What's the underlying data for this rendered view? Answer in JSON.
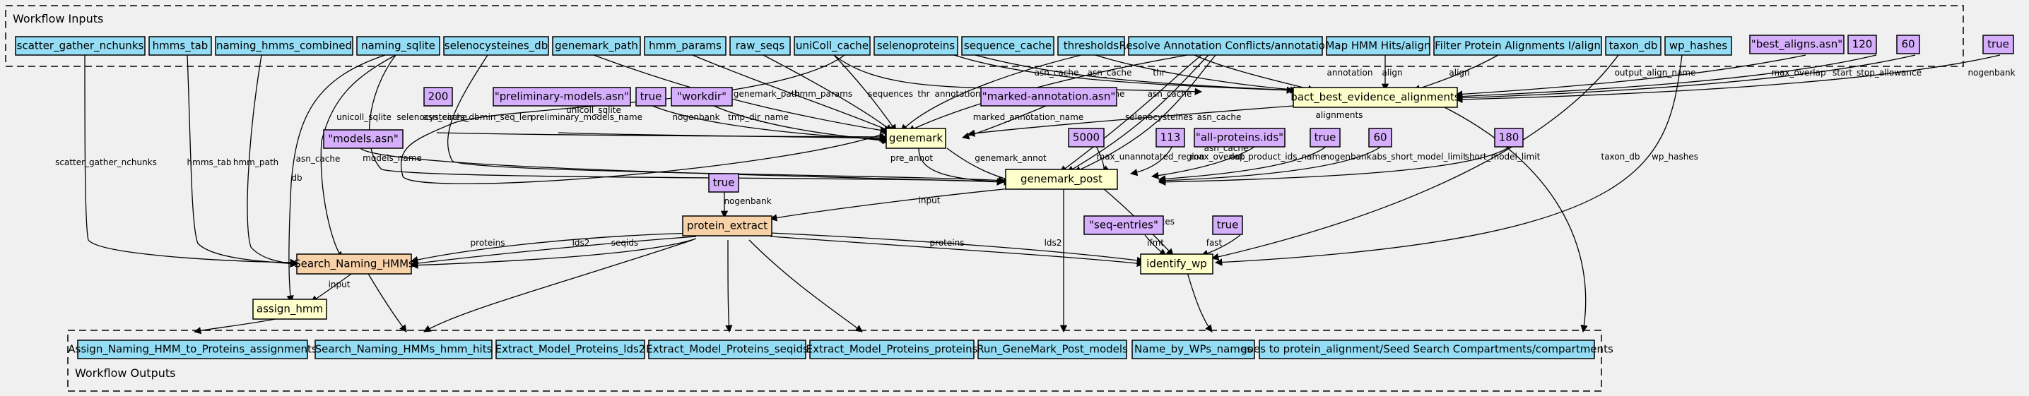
{
  "clusters": {
    "inputs_title": "Workflow Inputs",
    "outputs_title": "Workflow Outputs"
  },
  "nodes": {
    "in_scatter": "scatter_gather_nchunks",
    "in_hmms_tab": "hmms_tab",
    "in_naming_hmms_combined": "naming_hmms_combined",
    "in_naming_sqlite": "naming_sqlite",
    "in_selenocysteines_db": "selenocysteines_db",
    "in_genemark_path": "genemark_path",
    "in_hmm_params": "hmm_params",
    "in_raw_seqs": "raw_seqs",
    "in_unicoll_cache": "uniColl_cache",
    "in_selenoproteins": "selenoproteins",
    "in_sequence_cache": "sequence_cache",
    "in_thresholds": "thresholds",
    "in_resolve": "Resolve Annotation Conflicts/annotation",
    "in_map_hmm": "Map HMM Hits/align",
    "in_filter_protein": "Filter Protein Alignments I/align",
    "in_taxon_db": "taxon_db",
    "in_wp_hashes": "wp_hashes",
    "def_best_aligns": "\"best_aligns.asn\"",
    "def_120": "120",
    "def_60a": "60",
    "def_true_a": "true",
    "step_bact": "bact_best_evidence_alignments",
    "def_200": "200",
    "def_prelim": "\"preliminary-models.asn\"",
    "def_true_b": "true",
    "def_workdir": "\"workdir\"",
    "def_marked": "\"marked-annotation.asn\"",
    "def_models": "\"models.asn\"",
    "step_genemark": "genemark",
    "def_5000": "5000",
    "def_113": "113",
    "def_allprot": "\"all-proteins.ids\"",
    "def_true_c": "true",
    "def_60b": "60",
    "def_180": "180",
    "step_genemark_post": "genemark_post",
    "def_true_d": "true",
    "sub_protein_extract": "protein_extract",
    "def_seq_entries": "\"seq-entries\"",
    "def_true_e": "true",
    "sub_search_naming": "Search_Naming_HMMs",
    "step_identify_wp": "identify_wp",
    "step_assign_hmm": "assign_hmm",
    "out_assign_naming": "Assign_Naming_HMM_to_Proteins_assignments",
    "out_search_hits": "Search_Naming_HMMs_hmm_hits",
    "out_lds2": "Extract_Model_Proteins_lds2",
    "out_seqids": "Extract_Model_Proteins_seqids",
    "out_proteins": "Extract_Model_Proteins_proteins",
    "out_run_genemark": "Run_GeneMark_Post_models",
    "out_name_by_wp": "Name_by_WPs_names",
    "out_goes_to": "goes to protein_alignment/Seed Search Compartments/compartments"
  },
  "edge_labels": {
    "scatter_gather_nchunks": "scatter_gather_nchunks",
    "hmms_tab": "hmms_tab",
    "hmm_path": "hmm_path",
    "db": "db",
    "unicoll_sqlite_top": "unicoll_sqlite",
    "unicoll_sqlite": "unicoll_sqlite",
    "selenocysteines_db": "selenocysteines_db",
    "genemark_path": "genemark_path",
    "hmm_params": "hmm_params",
    "sequences_a": "sequences",
    "thr_a": "thr",
    "annotation_a": "annotation",
    "asn_cache_a": "asn_cache",
    "asn_cache_b": "asn_cache",
    "asn_cache_c": "asn_cache",
    "asn_cache_d": "asn_cache",
    "asn_cache_e": "asn_cache",
    "asn_cache_f": "asn_cache",
    "asn_cache_g": "asn_cache",
    "asn_cache_h": "asn_cache",
    "thr_b": "thr",
    "annotation_b": "annotation",
    "align_a": "align",
    "align_b": "align",
    "output_align_name": "output_align_name",
    "max_overlap_a": "max_overlap",
    "start_stop_allowance": "start_stop_allowance",
    "nogenbank_a": "nogenbank",
    "alignments": "alignments",
    "min_seq_len": "min_seq_len",
    "preliminary_models_name": "preliminary_models_name",
    "nogenbank_b": "nogenbank",
    "tmp_dir_name": "tmp_dir_name",
    "marked_annotation_name": "marked_annotation_name",
    "selenocysteines": "selenocysteines",
    "models_name": "models_name",
    "pre_annot": "pre_annot",
    "genemark_annot": "genemark_annot",
    "max_unannotated_region": "max_unannotated_region",
    "max_overlap_b": "max_overlap",
    "out_product_ids_name": "out_product_ids_name",
    "nogenbank_c": "nogenbank",
    "abs_short_model_limit": "abs_short_model_limit",
    "short_model_limit": "short_model_limit",
    "taxon_db": "taxon_db",
    "wp_hashes": "wp_hashes",
    "input_a": "input",
    "nogenbank_d": "nogenbank",
    "sequences_b": "sequences",
    "ifmt": "ifmt",
    "fast": "fast",
    "proteins_a": "proteins",
    "lds2_a": "lds2",
    "seqids": "seqids",
    "proteins_b": "proteins",
    "lds2_b": "lds2",
    "input_b": "input"
  }
}
